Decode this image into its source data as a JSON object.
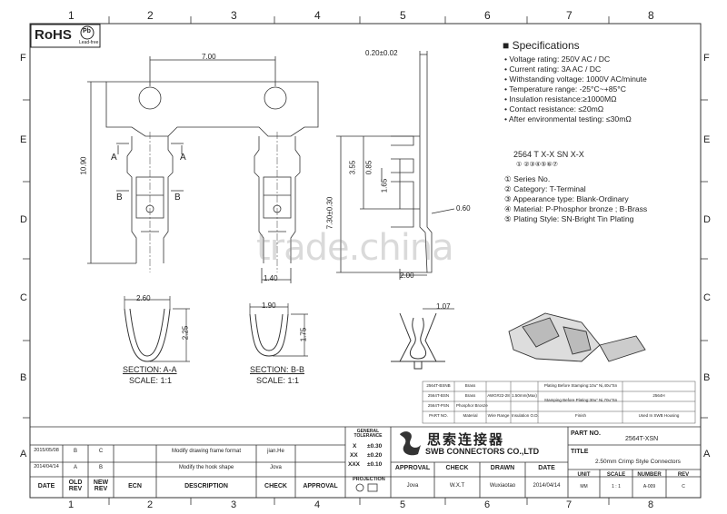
{
  "logo": {
    "rohs": "RoHS",
    "pb": "Pb",
    "leadfree": "Lead-free"
  },
  "frame": {
    "cols": [
      "1",
      "2",
      "3",
      "4",
      "5",
      "6",
      "7",
      "8"
    ],
    "rows": [
      "F",
      "E",
      "D",
      "C",
      "B",
      "A"
    ]
  },
  "dims": {
    "d_700": "7.00",
    "d_1090": "10.90",
    "d_020": "0.20±0.02",
    "d_355": "3.55",
    "d_085": "0.85",
    "d_165": "1.65",
    "d_730": "7.30±0.30",
    "d_060": "0.60",
    "d_200": "2.00",
    "d_140": "1.40",
    "d_260": "2.60",
    "d_225": "2.25",
    "d_190": "1.90",
    "d_175": "1.75",
    "d_107": "1.07",
    "a_left": "A",
    "a_right": "A",
    "b_left": "B",
    "b_right": "B"
  },
  "sections": {
    "aa_title": "SECTION: A-A",
    "aa_scale": "SCALE: 1:1",
    "bb_title": "SECTION: B-B",
    "bb_scale": "SCALE: 1:1"
  },
  "specs": {
    "title": "■ Specifications",
    "items": [
      "• Voltage rating: 250V AC / DC",
      "• Current rating: 3A  AC / DC",
      "• Withstanding voltage: 1000V AC/minute",
      "• Temperature range: -25°C~+85°C",
      "• Insulation resistance:≥1000MΩ",
      "• Contact resistance: ≤20mΩ",
      "• After environmental testing: ≤30mΩ"
    ],
    "code": "2564 T X-X SN X-X",
    "code_nums": "①  ②③④⑤⑥⑦",
    "legend": [
      "① Series No.",
      "② Category:  T-Terminal",
      "③ Appearance type:  Blank-Ordinary",
      "④ Material:  P-Phosphor bronze ; B-Brass",
      "⑤ Plating Style:  SN-Bright Tin Plating"
    ]
  },
  "watermark": "trade.china",
  "material_table": {
    "rows": [
      [
        "2564T-BSNB",
        "Brass",
        "",
        "",
        ""
      ],
      [
        "2564T-BSN",
        "Brass",
        "AWG#22-28",
        "1.50mm(Max)",
        ""
      ],
      [
        "2564T-PSN",
        "Phosphor Bronze",
        "",
        "",
        ""
      ]
    ],
    "header": [
      "PART NO.",
      "Material",
      "Wire Range",
      "Insulation O.D.",
      "Finish",
      "Used In SWB Housing"
    ],
    "plating1": "Plating Before Stamping:10u\" Ni,40u\"Sn",
    "plating2": "Stamping Before Plating:30u\" Ni,70u\"Sn",
    "housing": "2564H"
  },
  "revisions": [
    {
      "date": "2015/05/08",
      "old": "B",
      "new": "C",
      "ecn": "",
      "desc": "Modify drawing frame format",
      "check": "jian.He",
      "approval": ""
    },
    {
      "date": "2014/04/14",
      "old": "A",
      "new": "B",
      "ecn": "",
      "desc": "Modify the hook shape",
      "check": "Jova",
      "approval": ""
    }
  ],
  "rev_header": {
    "date": "DATE",
    "old": "OLD REV",
    "new": "NEW REV",
    "ecn": "ECN",
    "desc": "DESCRIPTION",
    "check": "CHECK",
    "approval": "APPROVAL"
  },
  "tolerance": {
    "title": "GENERAL TOLERANCE",
    "rows": [
      [
        "X",
        "±0.30"
      ],
      [
        "XX",
        "±0.20"
      ],
      [
        "XXX",
        "±0.10"
      ]
    ],
    "projection": "PROJECTION"
  },
  "company": {
    "cn": "思索连接器",
    "en": "SWB CONNECTORS CO.,LTD"
  },
  "approvals": {
    "headers": [
      "APPROVAL",
      "CHECK",
      "DRAWN",
      "DATE"
    ],
    "values": [
      "Jova",
      "W.X.T",
      "Wuxiaotao",
      "2014/04/14"
    ]
  },
  "title_block": {
    "partno_label": "PART NO.",
    "partno": "2564T-XSN",
    "title_label": "TITLE",
    "title": "2.50mm Crimp Style Connectors",
    "unit_label": "UNIT",
    "unit": "MM",
    "scale_label": "SCALE",
    "scale": "1 : 1",
    "number_label": "NUMBER",
    "number": "A-009",
    "rev_label": "REV",
    "rev": "C"
  }
}
